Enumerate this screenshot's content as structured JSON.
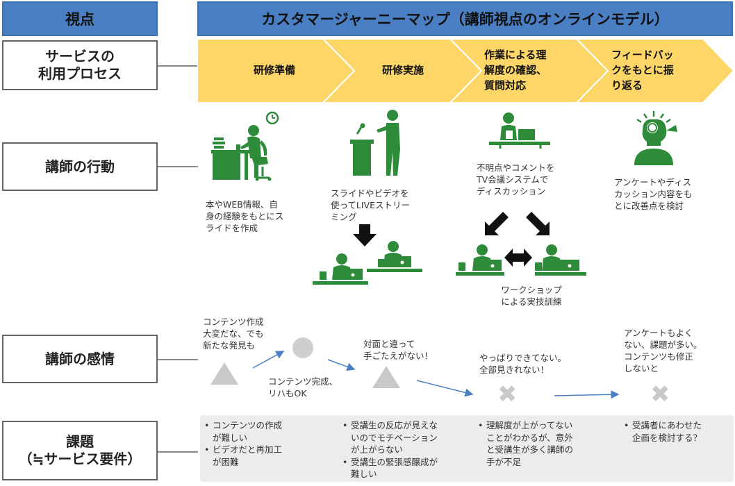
{
  "header": {
    "viewpoint": "視点",
    "title": "カスタマージャーニーマップ（講師視点のオンラインモデル）"
  },
  "rows": {
    "process": [
      "サービスの",
      "利用プロセス"
    ],
    "action": "講師の行動",
    "emotion": "講師の感情",
    "issues": [
      "課題",
      "（≒サービス要件）"
    ]
  },
  "process_steps": [
    [
      "研修準備"
    ],
    [
      "研修実施"
    ],
    [
      "作業による理",
      "解度の確認、",
      "質問対応"
    ],
    [
      "フィードバッ",
      "クをもとに振",
      "り返る"
    ]
  ],
  "actions": {
    "prep": [
      "本やWEB情報、自",
      "身の経験をもとにス",
      "ライドを作成"
    ],
    "delivery": [
      "スライドやビデオを",
      "使ってLIVEストリー",
      "ミング"
    ],
    "check_top": [
      "不明点やコメントを",
      "TV会議システムで",
      "ディスカッション"
    ],
    "check_bottom": [
      "ワークショップ",
      "による実技訓練"
    ],
    "feedback": [
      "アンケートやディス",
      "カッション内容をも",
      "とに改善点を検討"
    ]
  },
  "emotions": {
    "e1": [
      "コンテンツ作成",
      "大変だな、でも",
      "新たな発見も"
    ],
    "e2": [
      "コンテンツ完成、",
      "リハもOK"
    ],
    "e3": [
      "対面と違って",
      "手ごたえがない！"
    ],
    "e4": [
      "やっぱりできてない。",
      "全部見きれない！"
    ],
    "e5": [
      "アンケートもよく",
      "ない、課題が多い。",
      "コンテンツも修正",
      "しないと"
    ]
  },
  "issues": {
    "col1": [
      [
        "コンテンツの作成",
        "が難しい"
      ],
      [
        "ビデオだと再加工",
        "が困難"
      ]
    ],
    "col2": [
      [
        "受講生の反応が見えな",
        "いのでモチベーション",
        "が上がらない"
      ],
      [
        "受講生の緊張感醸成が",
        "難しい"
      ]
    ],
    "col3": [
      [
        "理解度が上がってない",
        "ことがわかるが、意外",
        "と受講生が多く講師の",
        "手が不足"
      ]
    ],
    "col4": [
      [
        "受講者にあわせた",
        "企画を検討する？"
      ]
    ]
  },
  "colors": {
    "header_blue": "#4a7fc3",
    "process_yellow": "#fdd667",
    "icon_green": "#2e8b3a",
    "emotion_gray": "#c9c9c9",
    "line_blue": "#4a7fc3"
  }
}
